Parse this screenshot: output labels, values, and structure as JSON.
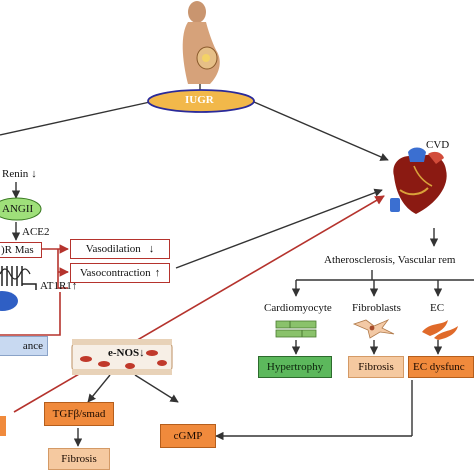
{
  "labels": {
    "iugr": "IUGR",
    "renin": "Renin",
    "angii": "ANGII",
    "ace2": "ACE2",
    "r_mas": ")R Mas",
    "at1r1": "AT1R1",
    "vasodilation": "Vasodilation",
    "vasocontraction": "Vasocontraction",
    "ance": "ance",
    "enos": "e-NOS",
    "tgfb_smad": "TGFβ/smad",
    "cgmp": "cGMP",
    "fibrosis_bottom": "Fibrosis",
    "cvd": "CVD",
    "atherosclerosis": "Atherosclerosis, Vascular rem",
    "cardiomyocyte": "Cardiomyocyte",
    "fibroblasts": "Fibroblasts",
    "ec": "EC",
    "hypertrophy": "Hypertrophy",
    "fibrosis": "Fibrosis",
    "ec_dysfunc": "EC dysfunc"
  },
  "colors": {
    "iugr_fill": "#f2b84a",
    "arrow_red": "#b5332d",
    "arrow_dark": "#333333",
    "green": "#5cb85c",
    "orange": "#f08a3c",
    "tan": "#f5c9a0",
    "angii_fill": "#9fe07a",
    "blue_ellipse": "#2f5fc4"
  },
  "icons": [
    "pregnant-woman-icon",
    "heart-icon",
    "cardiomyocyte-cells-icon",
    "fibroblast-cells-icon",
    "endothelial-cells-icon",
    "blood-vessel-icon",
    "receptor-membrane-icon"
  ]
}
